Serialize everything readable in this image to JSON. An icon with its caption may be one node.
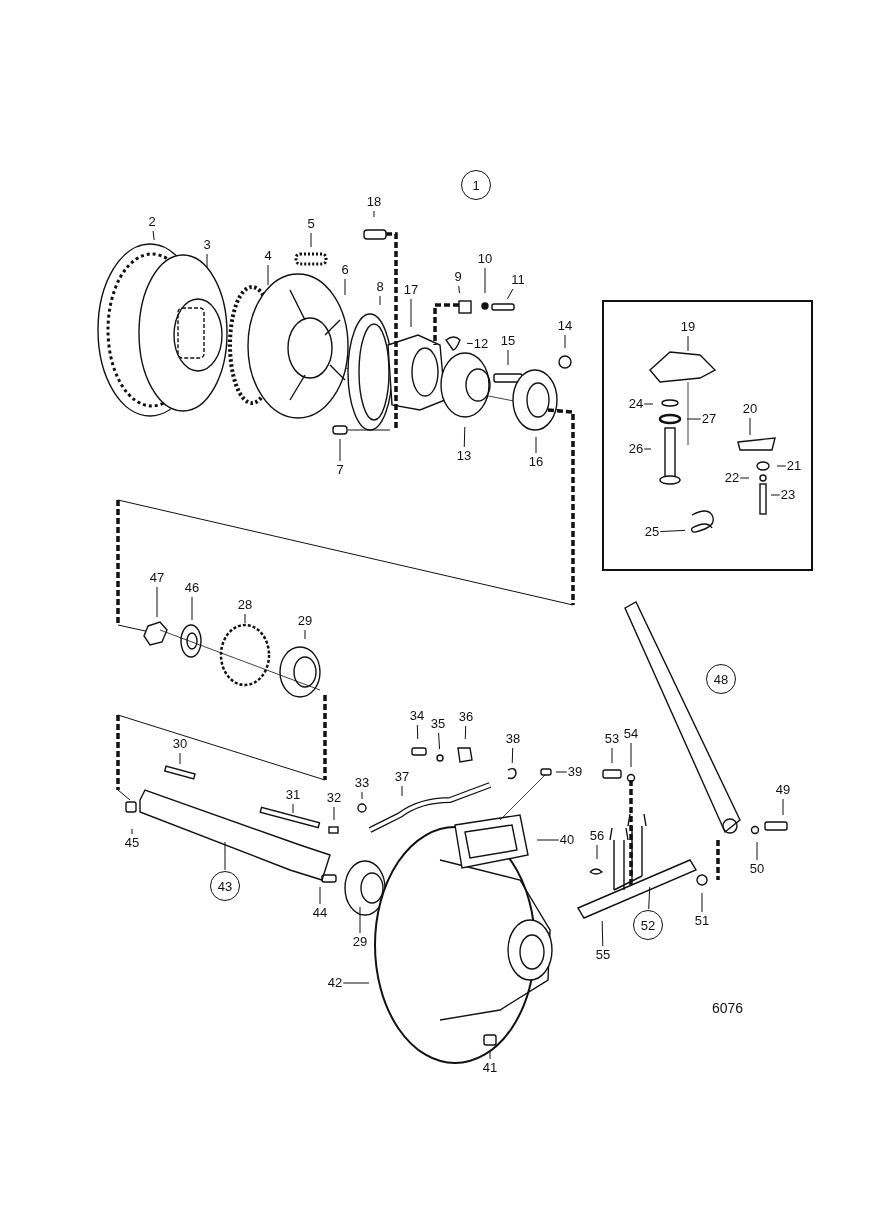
{
  "diagram": {
    "nodes": [
      {
        "text": [
          "1"
        ]
      },
      {
        "text": [
          "18"
        ]
      },
      {
        "text": [
          "2"
        ]
      },
      {
        "text": [
          "3"
        ]
      },
      {
        "text": [
          "5"
        ]
      },
      {
        "text": [
          "4"
        ]
      },
      {
        "text": [
          "6"
        ]
      },
      {
        "text": [
          "8"
        ]
      },
      {
        "text": [
          "17"
        ]
      },
      {
        "text": [
          "9"
        ]
      },
      {
        "text": [
          "10"
        ]
      },
      {
        "text": [
          "11"
        ]
      },
      {
        "text": [
          "12"
        ]
      },
      {
        "text": [
          "15"
        ]
      },
      {
        "text": [
          "14"
        ]
      },
      {
        "text": [
          "7"
        ]
      },
      {
        "text": [
          "13"
        ]
      },
      {
        "text": [
          "16"
        ]
      },
      {
        "text": [],
        "shape": "box"
      },
      {
        "text": [
          "19"
        ],
        "in": 18
      },
      {
        "text": [
          "24"
        ],
        "in": 18
      },
      {
        "text": [
          "27"
        ],
        "in": 18
      },
      {
        "text": [
          "26"
        ],
        "in": 18
      },
      {
        "text": [
          "20"
        ],
        "in": 18
      },
      {
        "text": [
          "21"
        ],
        "in": 18
      },
      {
        "text": [
          "22"
        ],
        "in": 18
      },
      {
        "text": [
          "23"
        ],
        "in": 18
      },
      {
        "text": [
          "25"
        ],
        "in": 18
      },
      {
        "text": [
          "47"
        ]
      },
      {
        "text": [
          "46"
        ]
      },
      {
        "text": [
          "28"
        ]
      },
      {
        "text": [
          "29"
        ]
      },
      {
        "text": [
          "48"
        ]
      },
      {
        "text": [
          "34"
        ]
      },
      {
        "text": [
          "35"
        ]
      },
      {
        "text": [
          "36"
        ]
      },
      {
        "text": [
          "38"
        ]
      },
      {
        "text": [
          "39"
        ]
      },
      {
        "text": [
          "33"
        ]
      },
      {
        "text": [
          "37"
        ]
      },
      {
        "text": [
          "53"
        ]
      },
      {
        "text": [
          "54"
        ]
      },
      {
        "text": [
          "49"
        ]
      },
      {
        "text": [
          "30"
        ]
      },
      {
        "text": [
          "31"
        ]
      },
      {
        "text": [
          "32"
        ]
      },
      {
        "text": [
          "56"
        ]
      },
      {
        "text": [
          "40"
        ]
      },
      {
        "text": [
          "45"
        ]
      },
      {
        "text": [
          "43"
        ]
      },
      {
        "text": [
          "44"
        ]
      },
      {
        "text": [
          "29"
        ]
      },
      {
        "text": [
          "55"
        ]
      },
      {
        "text": [
          "52"
        ]
      },
      {
        "text": [
          "51"
        ]
      },
      {
        "text": [
          "50"
        ]
      },
      {
        "text": [
          "42"
        ]
      },
      {
        "text": [
          "41"
        ]
      }
    ],
    "edges": [
      {
        "from": 1,
        "to": null,
        "arrow": "none"
      },
      {
        "from": 2,
        "to": null,
        "arrow": "none"
      },
      {
        "from": 3,
        "to": null,
        "arrow": "none"
      },
      {
        "from": 4,
        "to": null,
        "arrow": "none"
      },
      {
        "from": 5,
        "to": null,
        "arrow": "none"
      },
      {
        "from": 6,
        "to": null,
        "arrow": "none"
      },
      {
        "from": 7,
        "to": null,
        "arrow": "none"
      },
      {
        "from": 8,
        "to": null,
        "arrow": "none"
      },
      {
        "from": 9,
        "to": null,
        "arrow": "none"
      },
      {
        "from": 10,
        "to": null,
        "arrow": "none"
      },
      {
        "from": 11,
        "to": null,
        "arrow": "none"
      },
      {
        "from": 12,
        "to": null,
        "arrow": "none"
      },
      {
        "from": 13,
        "to": null,
        "arrow": "none"
      },
      {
        "from": 14,
        "to": null,
        "arrow": "none"
      },
      {
        "from": 15,
        "to": null,
        "arrow": "none"
      },
      {
        "from": 16,
        "to": null,
        "arrow": "none"
      },
      {
        "from": 17,
        "to": null,
        "arrow": "none"
      },
      {
        "from": 19,
        "to": null,
        "arrow": "none"
      },
      {
        "from": 20,
        "to": null,
        "arrow": "none"
      },
      {
        "from": 21,
        "to": null,
        "arrow": "none"
      },
      {
        "from": 22,
        "to": null,
        "arrow": "none"
      },
      {
        "from": 23,
        "to": null,
        "arrow": "none"
      },
      {
        "from": 24,
        "to": null,
        "arrow": "none"
      },
      {
        "from": 25,
        "to": null,
        "arrow": "none"
      },
      {
        "from": 26,
        "to": null,
        "arrow": "none"
      },
      {
        "from": 27,
        "to": null,
        "arrow": "none"
      },
      {
        "from": 28,
        "to": null,
        "arrow": "none"
      },
      {
        "from": 29,
        "to": null,
        "arrow": "none"
      },
      {
        "from": 30,
        "to": null,
        "arrow": "none"
      },
      {
        "from": 31,
        "to": null,
        "arrow": "none"
      },
      {
        "from": 33,
        "to": null,
        "arrow": "none"
      },
      {
        "from": 34,
        "to": null,
        "arrow": "none"
      },
      {
        "from": 35,
        "to": null,
        "arrow": "none"
      },
      {
        "from": 36,
        "to": null,
        "arrow": "none"
      },
      {
        "from": 37,
        "to": null,
        "arrow": "none"
      },
      {
        "from": 38,
        "to": null,
        "arrow": "none"
      },
      {
        "from": 39,
        "to": null,
        "arrow": "none"
      },
      {
        "from": 40,
        "to": null,
        "arrow": "none"
      },
      {
        "from": 41,
        "to": null,
        "arrow": "none"
      },
      {
        "from": 42,
        "to": null,
        "arrow": "none"
      },
      {
        "from": 43,
        "to": null,
        "arrow": "none"
      },
      {
        "from": 44,
        "to": null,
        "arrow": "none"
      },
      {
        "from": 45,
        "to": null,
        "arrow": "none"
      },
      {
        "from": 46,
        "to": null,
        "arrow": "none"
      },
      {
        "from": 47,
        "to": null,
        "arrow": "none"
      },
      {
        "from": 48,
        "to": null,
        "arrow": "none"
      },
      {
        "from": 49,
        "to": null,
        "arrow": "none"
      },
      {
        "from": 50,
        "to": null,
        "arrow": "none"
      },
      {
        "from": 51,
        "to": null,
        "arrow": "none"
      },
      {
        "from": 52,
        "to": null,
        "arrow": "none"
      },
      {
        "from": 53,
        "to": null,
        "arrow": "none"
      },
      {
        "from": 54,
        "to": null,
        "arrow": "none"
      },
      {
        "from": 55,
        "to": null,
        "arrow": "none"
      },
      {
        "from": 56,
        "to": null,
        "arrow": "none"
      },
      {
        "from": 57,
        "to": null,
        "arrow": "none"
      }
    ],
    "labels": [
      "6076"
    ]
  }
}
